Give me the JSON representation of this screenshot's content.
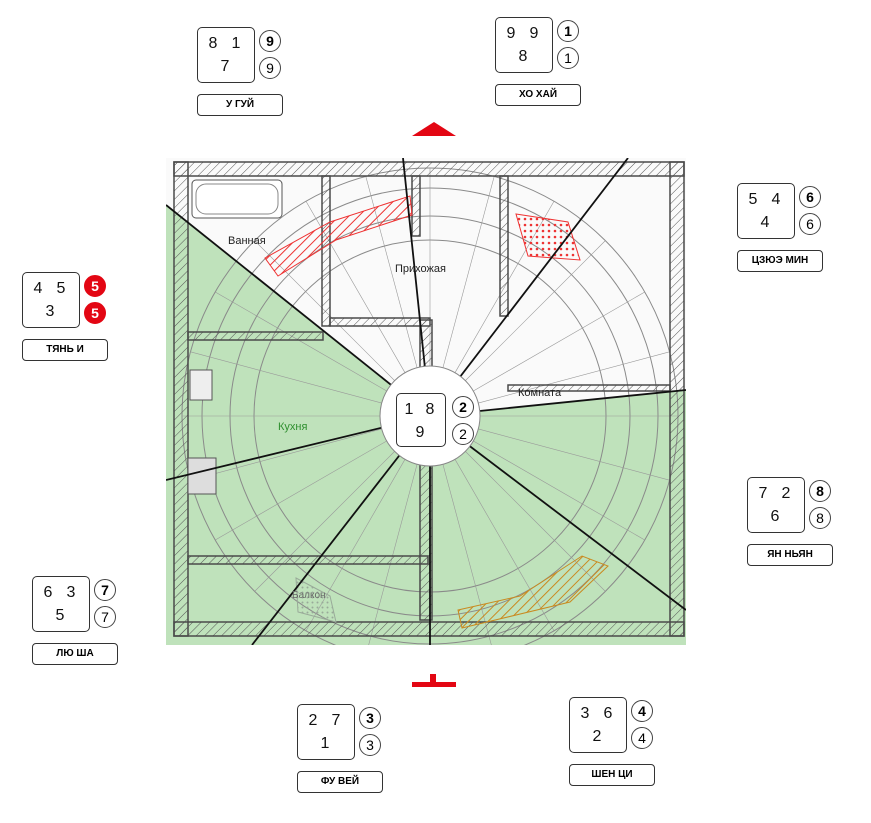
{
  "rooms": {
    "bath": "Ванная",
    "hall": "Прихожая",
    "room": "Комната",
    "kitchen": "Кухня",
    "balcony": "Балкон"
  },
  "center": {
    "a": "1",
    "b": "8",
    "c": "9",
    "d": "2",
    "e": "2"
  },
  "colors": {
    "green": "#9fd69a",
    "red": "#e30613",
    "wall": "#4a4a4a",
    "hatch_red": "#e33",
    "hatch_orange": "#c98a20"
  },
  "sectors": [
    {
      "name": "У ГУЙ",
      "n1": "8",
      "n2": "1",
      "n3": "7",
      "c1": "9",
      "c2": "9",
      "red": false
    },
    {
      "name": "ХО ХАЙ",
      "n1": "9",
      "n2": "9",
      "n3": "8",
      "c1": "1",
      "c2": "1",
      "red": false
    },
    {
      "name": "ЦЗЮЭ МИН",
      "n1": "5",
      "n2": "4",
      "n3": "4",
      "c1": "6",
      "c2": "6",
      "red": false
    },
    {
      "name": "ТЯНЬ И",
      "n1": "4",
      "n2": "5",
      "n3": "3",
      "c1": "5",
      "c2": "5",
      "red": true
    },
    {
      "name": "ЯН НЬЯН",
      "n1": "7",
      "n2": "2",
      "n3": "6",
      "c1": "8",
      "c2": "8",
      "red": false
    },
    {
      "name": "ЛЮ ША",
      "n1": "6",
      "n2": "3",
      "n3": "5",
      "c1": "7",
      "c2": "7",
      "red": false
    },
    {
      "name": "ФУ ВЕЙ",
      "n1": "2",
      "n2": "7",
      "n3": "1",
      "c1": "3",
      "c2": "3",
      "red": false
    },
    {
      "name": "ШЕН ЦИ",
      "n1": "3",
      "n2": "6",
      "n3": "2",
      "c1": "4",
      "c2": "4",
      "red": false
    }
  ]
}
